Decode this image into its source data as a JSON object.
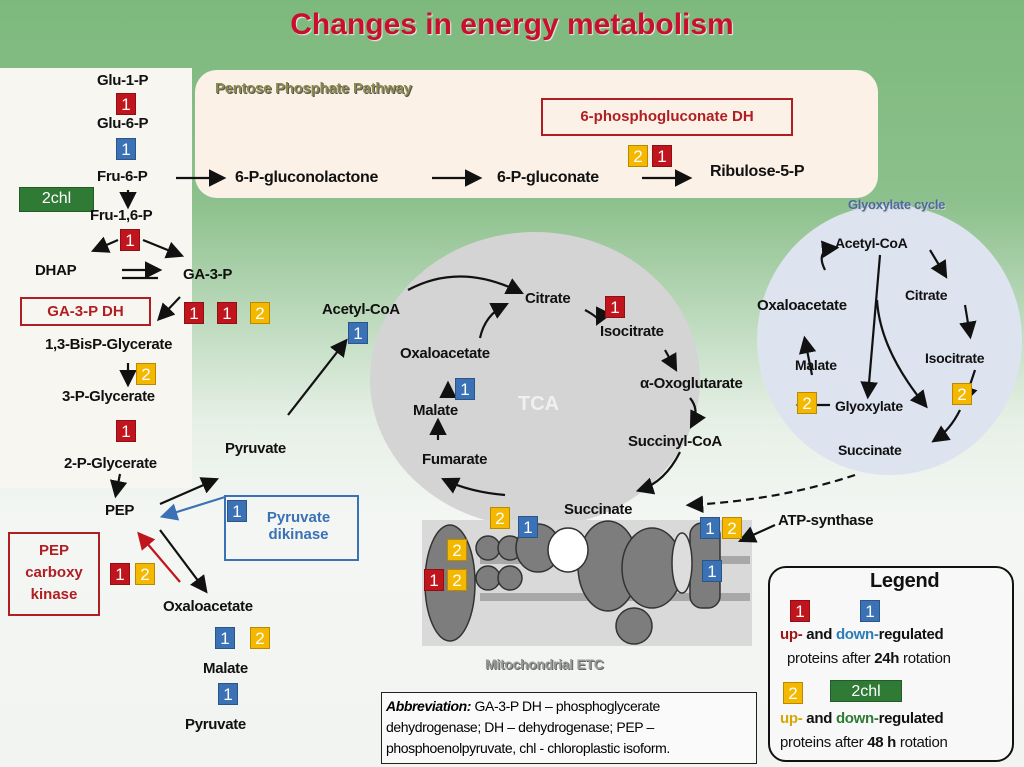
{
  "title": "Changes in energy metabolism",
  "badges": {
    "up24": "1",
    "down24": "1",
    "mod48": "2",
    "chl": "2chl"
  },
  "glycolysis": {
    "glu1p": "Glu-1-P",
    "glu6p": "Glu-6-P",
    "fru6p": "Fru-6-P",
    "fru16p": "Fru-1,6-P",
    "dhap": "DHAP",
    "ga3p": "GA-3-P",
    "ga3pdh": "GA-3-P DH",
    "bispg": "1,3-BisP-Glycerate",
    "pg3": "3-P-Glycerate",
    "pg2": "2-P-Glycerate",
    "pyruvate": "Pyruvate",
    "pep": "PEP",
    "pyruvate_dikinase": "Pyruvate dikinase",
    "pep_carboxykinase": "PEP carboxy kinase",
    "oxaloacetate": "Oxaloacetate",
    "malate": "Malate",
    "pyruvate2": "Pyruvate"
  },
  "ppp": {
    "title": "Pentose Phosphate Pathway",
    "enzyme": "6-phosphogluconate DH",
    "gluconolactone": "6-P-gluconolactone",
    "gluconate": "6-P-gluconate",
    "ribulose": "Ribulose-5-P"
  },
  "tca": {
    "label": "TCA",
    "acetylcoa": "Acetyl-CoA",
    "citrate": "Citrate",
    "isocitrate": "Isocitrate",
    "oxoglutarate": "α-Oxoglutarate",
    "succinylcoa": "Succinyl-CoA",
    "succinate": "Succinate",
    "fumarate": "Fumarate",
    "malate": "Malate",
    "oxaloacetate": "Oxaloacetate"
  },
  "glyoxylate": {
    "title": "Glyoxylate cycle",
    "acetylcoa": "Acetyl-CoA",
    "citrate": "Citrate",
    "oxaloacetate": "Oxaloacetate",
    "isocitrate": "Isocitrate",
    "malate": "Malate",
    "glyoxylate": "Glyoxylate",
    "succinate": "Succinate"
  },
  "etc": {
    "label": "Mitochondrial ETC",
    "atp": "ATP-synthase"
  },
  "abbreviation": {
    "head": "Abbreviation:",
    "text": " GA-3-P DH – phosphoglycerate dehydrogenase; DH – dehydrogenase; PEP – phosphoenolpyruvate, chl - chloroplastic isoform."
  },
  "legend": {
    "title": "Legend",
    "up": "up-",
    "and": " and ",
    "down": "down-",
    "regulated": "regulated",
    "line24a": "proteins after ",
    "line24b": "24h",
    "line24c": " rotation",
    "line48a": "proteins after ",
    "line48b": "48 h",
    "line48c": " rotation"
  },
  "colors": {
    "up": "#c0151c",
    "down": "#3a72b5",
    "yellow": "#f5b800",
    "chl": "#2f7a35",
    "title": "#c8102e"
  }
}
